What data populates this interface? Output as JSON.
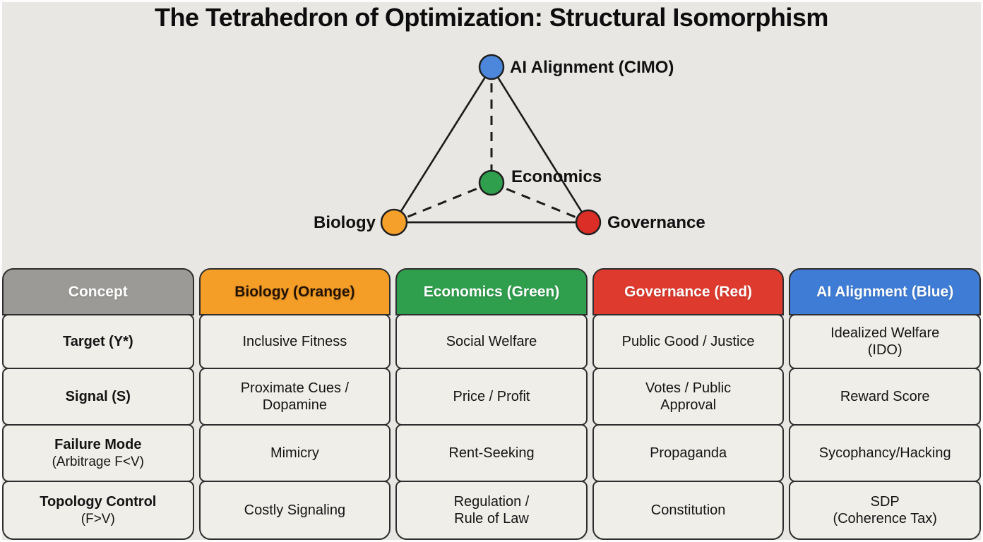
{
  "title": "The Tetrahedron of Optimization: Structural Isomorphism",
  "diagram": {
    "nodes": [
      {
        "id": "ai-alignment",
        "label": "AI Alignment (CIMO)",
        "color": "#4C87DB"
      },
      {
        "id": "economics",
        "label": "Economics",
        "color": "#2F9E4D"
      },
      {
        "id": "biology",
        "label": "Biology",
        "color": "#F5A02B"
      },
      {
        "id": "governance",
        "label": "Governance",
        "color": "#DB2E27"
      }
    ],
    "edges": [
      {
        "from": "ai-alignment",
        "to": "biology",
        "style": "solid"
      },
      {
        "from": "ai-alignment",
        "to": "governance",
        "style": "solid"
      },
      {
        "from": "biology",
        "to": "governance",
        "style": "solid"
      },
      {
        "from": "ai-alignment",
        "to": "economics",
        "style": "dashed"
      },
      {
        "from": "economics",
        "to": "biology",
        "style": "dashed"
      },
      {
        "from": "economics",
        "to": "governance",
        "style": "dashed"
      }
    ]
  },
  "table": {
    "columns": [
      {
        "header": "Concept",
        "color": "#9B9A96",
        "text_color": "#FFFFFF"
      },
      {
        "header": "Biology (Orange)",
        "color": "#F49D27",
        "text_color": "#231200"
      },
      {
        "header": "Economics (Green)",
        "color": "#2F9E4D",
        "text_color": "#FFFFFF"
      },
      {
        "header": "Governance (Red)",
        "color": "#DE3A2E",
        "text_color": "#FFFFFF"
      },
      {
        "header": "AI Alignment (Blue)",
        "color": "#3E7CD6",
        "text_color": "#FFFFFF"
      }
    ],
    "rows": [
      {
        "concept": {
          "main": "Target (Y*)",
          "sub": ""
        },
        "cells": [
          "Inclusive Fitness",
          "Social Welfare",
          "Public Good / Justice",
          "Idealized Welfare\n(IDO)"
        ]
      },
      {
        "concept": {
          "main": "Signal (S)",
          "sub": ""
        },
        "cells": [
          "Proximate Cues /\nDopamine",
          "Price / Profit",
          "Votes / Public\nApproval",
          "Reward Score"
        ]
      },
      {
        "concept": {
          "main": "Failure Mode",
          "sub": "(Arbitrage F<V)"
        },
        "cells": [
          "Mimicry",
          "Rent-Seeking",
          "Propaganda",
          "Sycophancy/Hacking"
        ]
      },
      {
        "concept": {
          "main": "Topology Control",
          "sub": "(F>V)"
        },
        "cells": [
          "Costly Signaling",
          "Regulation /\nRule of Law",
          "Constitution",
          "SDP\n(Coherence Tax)"
        ]
      }
    ]
  }
}
